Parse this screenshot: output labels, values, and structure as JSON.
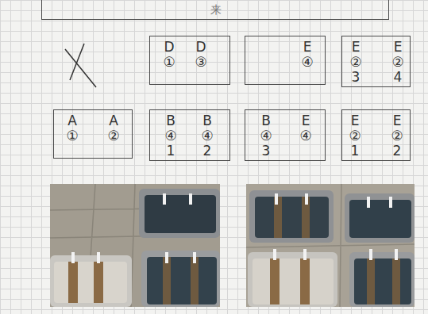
{
  "diagram": {
    "nodes": [
      {
        "text": [
          "来"
        ]
      },
      {
        "text": [
          "D ①",
          "D ③"
        ]
      },
      {
        "text": [
          "E ④"
        ]
      },
      {
        "text": [
          "E ② 3",
          "E ② 4"
        ]
      },
      {
        "text": [
          "A ①",
          "A ②"
        ]
      },
      {
        "text": [
          "B ④ 1",
          "B ④ 2"
        ]
      },
      {
        "text": [
          "B ④ 3",
          "E ④"
        ]
      },
      {
        "text": [
          "E ② 1",
          "E ② 2"
        ]
      }
    ]
  }
}
